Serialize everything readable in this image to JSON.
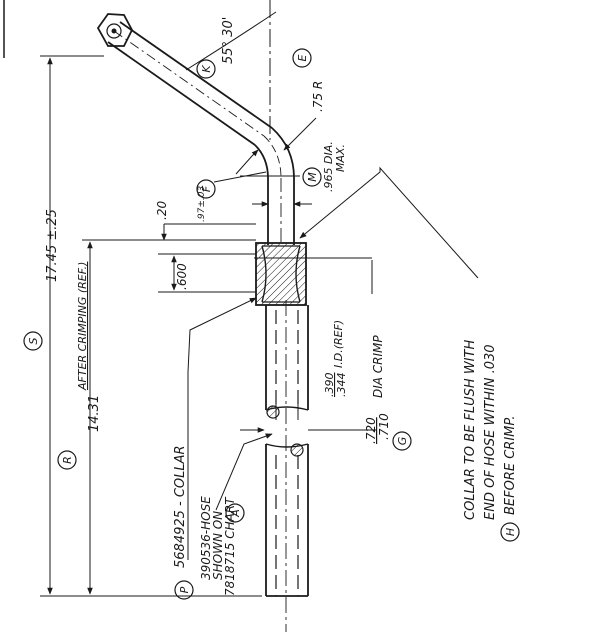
{
  "drawing": {
    "ink_color": "#1a1a1a",
    "paper_color": "#ffffff",
    "dimensions": {
      "overall_length": "17.45 ±.25",
      "after_crimping_length": "14.31",
      "after_crimping_note": "AFTER CRIMPING (REF.)",
      "collar_offset": ".20",
      "collar_length": ".600",
      "tube_dia": ".97±.03",
      "bend_angle": "55° 30'",
      "bend_radius": ".75 R",
      "max_dia": ".965 DIA.",
      "max_dia_suffix": "MAX.",
      "crimp_id_top": ".390",
      "crimp_id_bottom": ".344",
      "crimp_id_note": "I.D.(REF)",
      "crimp_dia_top": ".720",
      "crimp_dia_bottom": ".710",
      "crimp_dia_note": "DIA CRIMP"
    },
    "callouts": {
      "S": "S",
      "R": "R",
      "K": "K",
      "E": "E",
      "F": "F",
      "M": "M",
      "G": "G",
      "P": "P",
      "A": "A",
      "H": "H"
    },
    "labels": {
      "collar_part": "5684925 - COLLAR",
      "hose_part": "390536-HOSE",
      "hose_shown": "SHOWN ON",
      "hose_chart": "7818715 CHART",
      "note_line1": "COLLAR TO BE FLUSH WITH",
      "note_line2": "END OF HOSE WITHIN .030",
      "note_line3": "BEFORE CRIMP."
    }
  }
}
